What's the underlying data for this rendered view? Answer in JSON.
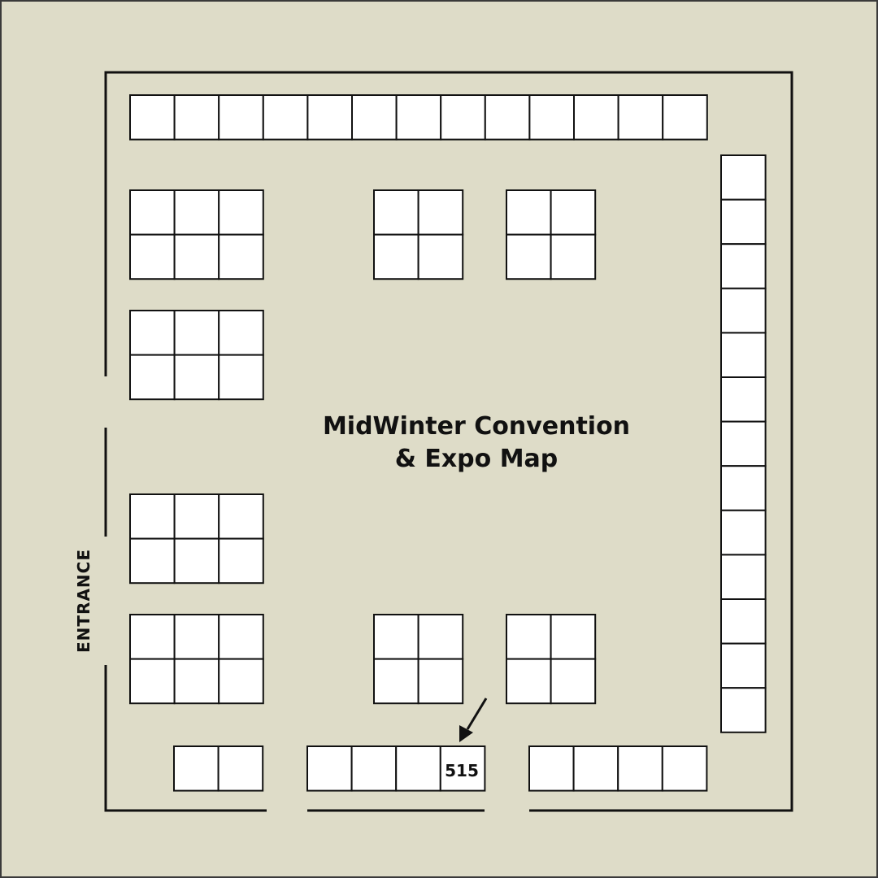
{
  "map": {
    "title_line1": "MidWinter Convention",
    "title_line2": "& Expo Map",
    "entrance_label": "ENTRANCE",
    "highlighted_booth": {
      "label": "515"
    }
  },
  "colors": {
    "background": "#dedcc8",
    "booth_fill": "#ffffff",
    "line": "#111111"
  }
}
